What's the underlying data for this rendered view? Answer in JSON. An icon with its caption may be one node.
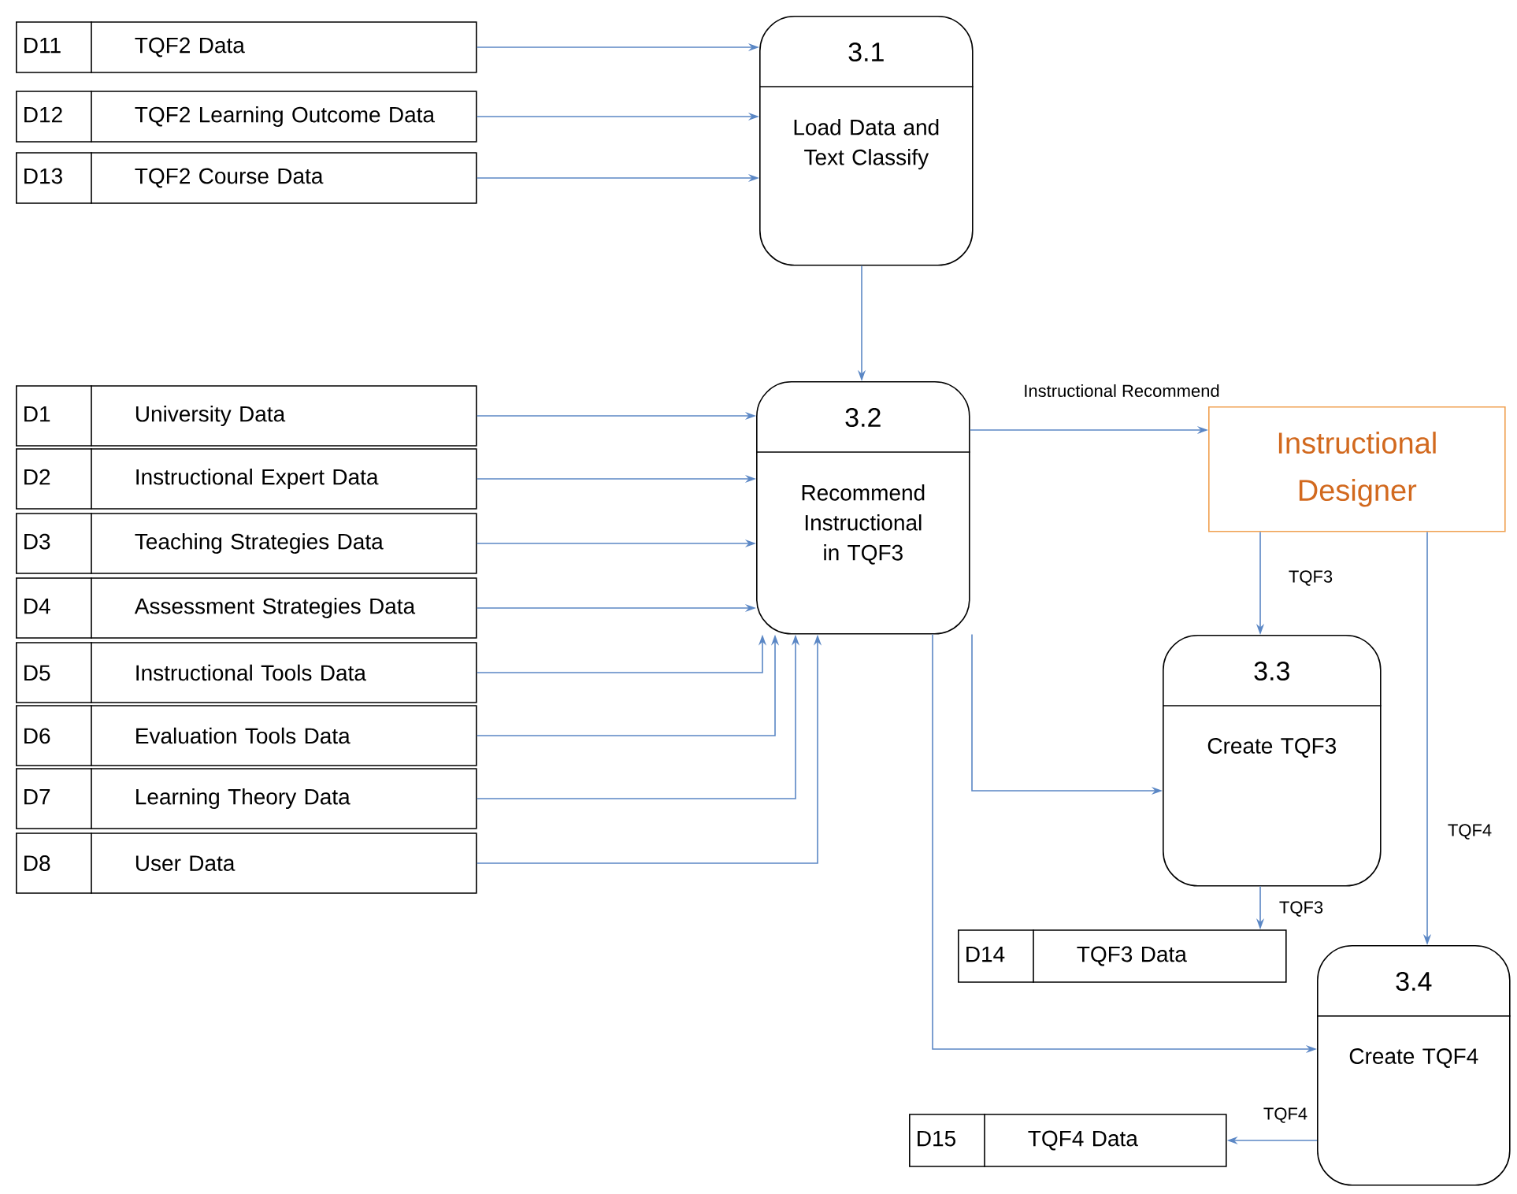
{
  "diagram": {
    "nodes": [
      {
        "text": [
          "D11",
          "TQF2 Data"
        ]
      },
      {
        "text": [
          "D12",
          "TQF2 Learning Outcome Data"
        ]
      },
      {
        "text": [
          "D13",
          "TQF2 Course Data"
        ]
      },
      {
        "text": [
          "3.1",
          "Load Data and Text Classify"
        ]
      },
      {
        "text": [
          "D1",
          "University Data"
        ]
      },
      {
        "text": [
          "D2",
          "Instructional Expert Data"
        ]
      },
      {
        "text": [
          "D3",
          "Teaching Strategies Data"
        ]
      },
      {
        "text": [
          "D4",
          "Assessment Strategies Data"
        ]
      },
      {
        "text": [
          "D5",
          "Instructional Tools Data"
        ]
      },
      {
        "text": [
          "D6",
          "Evaluation Tools Data"
        ]
      },
      {
        "text": [
          "D7",
          "Learning Theory Data"
        ]
      },
      {
        "text": [
          "D8",
          "User Data"
        ]
      },
      {
        "text": [
          "3.2",
          "Recommend Instructional in TQF3"
        ]
      },
      {
        "text": [
          "Instructional Designer"
        ]
      },
      {
        "text": [
          "3.3",
          "Create TQF3"
        ]
      },
      {
        "text": [
          "D14",
          "TQF3 Data"
        ]
      },
      {
        "text": [
          "3.4",
          "Create TQF4"
        ]
      },
      {
        "text": [
          "D15",
          "TQF4 Data"
        ]
      }
    ],
    "edges": [
      {
        "from": 0,
        "to": 3,
        "arrow": "to"
      },
      {
        "from": 1,
        "to": 3,
        "arrow": "to"
      },
      {
        "from": 2,
        "to": 3,
        "arrow": "to"
      },
      {
        "from": 3,
        "to": 12,
        "arrow": "to"
      },
      {
        "from": 4,
        "to": 12,
        "arrow": "to"
      },
      {
        "from": 5,
        "to": 12,
        "arrow": "to"
      },
      {
        "from": 6,
        "to": 12,
        "arrow": "to"
      },
      {
        "from": 7,
        "to": 12,
        "arrow": "to"
      },
      {
        "from": 8,
        "to": 12,
        "arrow": "to"
      },
      {
        "from": 9,
        "to": 12,
        "arrow": "to"
      },
      {
        "from": 10,
        "to": 12,
        "arrow": "to"
      },
      {
        "from": 11,
        "to": 12,
        "arrow": "to"
      },
      {
        "from": 12,
        "to": 13,
        "arrow": "to",
        "label": "Instructional Recommend"
      },
      {
        "from": 13,
        "to": 14,
        "arrow": "to",
        "label": "TQF3"
      },
      {
        "from": 13,
        "to": 16,
        "arrow": "to",
        "label": "TQF4"
      },
      {
        "from": 12,
        "to": 14,
        "arrow": "to"
      },
      {
        "from": 14,
        "to": 15,
        "arrow": "to",
        "label": "TQF3"
      },
      {
        "from": 12,
        "to": 16,
        "arrow": "to"
      },
      {
        "from": 16,
        "to": 17,
        "arrow": "to",
        "label": "TQF4"
      }
    ]
  }
}
